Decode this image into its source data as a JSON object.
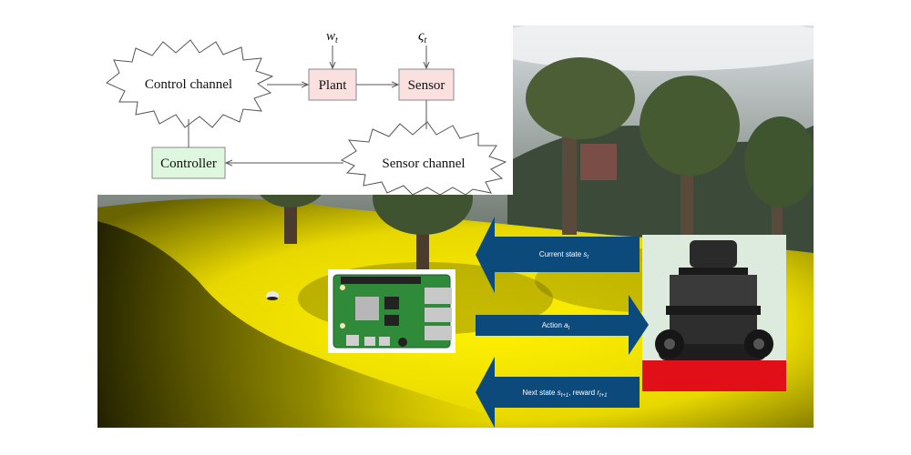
{
  "block_diagram": {
    "control_channel": "Control channel",
    "plant": "Plant",
    "sensor": "Sensor",
    "controller": "Controller",
    "sensor_channel": "Sensor channel",
    "disturbance_w": "w",
    "disturbance_w_sub": "t",
    "noise_s": "ς",
    "noise_s_sub": "t"
  },
  "arrows": {
    "current_state": "Current state ",
    "current_state_var": "s",
    "current_state_sub": "t",
    "action": "Action ",
    "action_var": "a",
    "action_sub": "t",
    "next_state": "Next state ",
    "next_state_var": "s",
    "next_state_sub": "t+1",
    "reward": ", reward ",
    "reward_var": "r",
    "reward_sub": "t+1"
  },
  "colors": {
    "terrain": "#f2e600",
    "sky": "#cfd6dc",
    "arrow_fill": "#0d4a7c",
    "plant_box": "#fbe0e0",
    "sensor_box": "#fbe0e0",
    "controller_box": "#dff7df"
  }
}
